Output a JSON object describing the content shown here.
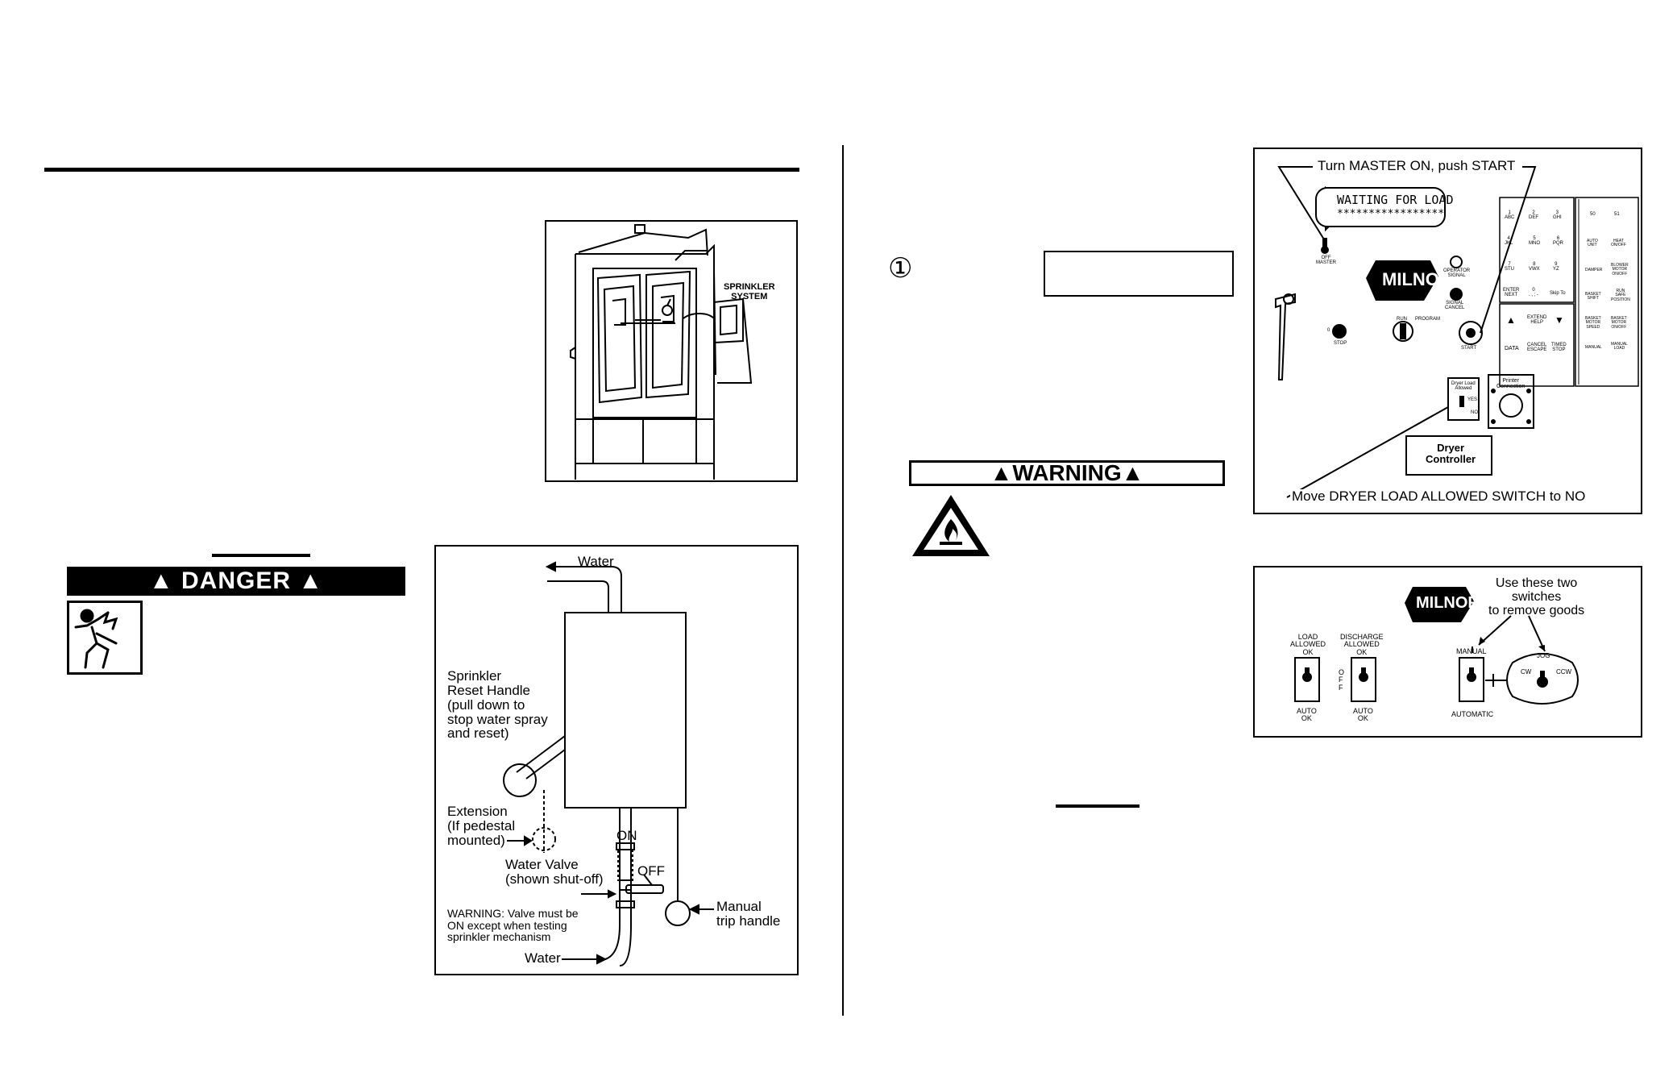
{
  "step_marker": "①",
  "left_panel": {
    "dryer_figure": {
      "label": "SPRINKLER\nSYSTEM"
    },
    "danger": {
      "label": "DANGER"
    },
    "sprinkler_figure": {
      "water_top": "Water",
      "reset_handle": "Sprinkler\nReset Handle\n(pull down to\nstop water spray\nand reset)",
      "extension": "Extension\n(If pedestal\nmounted)",
      "on": "ON",
      "off": "OFF",
      "water_valve": "Water Valve\n(shown shut-off)",
      "warning_note": "WARNING: Valve must be\nON except when testing\nsprinkler mechanism",
      "manual_trip": "Manual\ntrip handle",
      "water_bottom": "Water"
    }
  },
  "right_panel": {
    "warning": {
      "label": "WARNING"
    },
    "controller_figure": {
      "callout_top": "Turn MASTER ON, push START",
      "callout_bottom": "Move DRYER LOAD ALLOWED SWITCH to NO",
      "display_line1": "WAITING FOR LOAD",
      "display_line2": "*****************",
      "brand": "MILNOR",
      "off_master": "OFF\nMASTER",
      "operator_signal": "OPERATOR\nSIGNAL",
      "signal_cancel": "SIGNAL\nCANCEL",
      "start": "START",
      "stop": "STOP",
      "zero": "0",
      "run_program": "RUN      PROGRAM",
      "dryer_load_allowed": "Dryer Load\nAllowed",
      "yes": "YES",
      "no": "NO",
      "printer_connection": "Printer\nConnection",
      "dryer_controller": "Dryer\nController",
      "keypad": [
        "1\nABC",
        "2\nDEF",
        "3\nGHI",
        "4\nJKL",
        "5\nMNO",
        "6\nPQR",
        "7\nSTU",
        "8\nVWX",
        "9\nYZ",
        "ENTER\nNEXT",
        "0\n. , ; -",
        "Skip To"
      ],
      "arrow_keys": [
        "▲",
        "EXTEND\nHELP",
        "▼",
        "DATA",
        "CANCEL\nESCAPE",
        "TIMED\nSTOP"
      ],
      "function_keys": [
        "50",
        "51",
        "AUTO\nUNIT",
        "HEAT\nON/OFF",
        "DAMPER",
        "BLOWER\nMOTOR\nON/OFF",
        "BASKET\nSHIFT",
        "RUN\nSAFE\nPOSITION",
        "BASKET\nMOTOR\nSPEED",
        "BASKET\nMOTOR\nON/OFF",
        "MANUAL",
        "MANUAL\nLOAD"
      ]
    },
    "switch_figure": {
      "brand": "MILNOR",
      "use_note": "Use these two\nswitches\nto remove goods",
      "load_allowed": "LOAD\nALLOWED\nOK",
      "discharge_allowed": "DISCHARGE\nALLOWED\nOK",
      "off": "O\nF\nF",
      "auto_ok_1": "AUTO\nOK",
      "auto_ok_2": "AUTO\nOK",
      "manual": "MANUAL",
      "automatic": "AUTOMATIC",
      "jog": "JOG",
      "cw": "CW",
      "ccw": "CCW"
    }
  }
}
